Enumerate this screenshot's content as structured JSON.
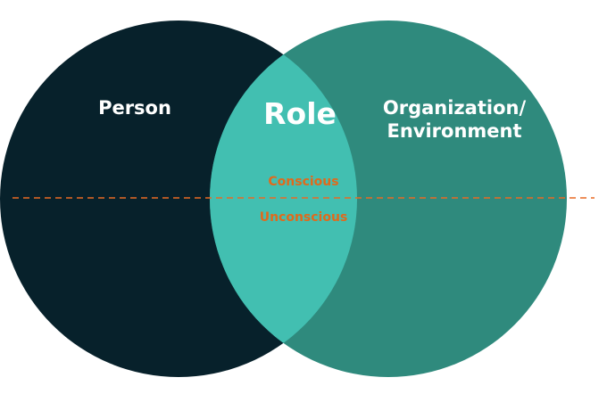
{
  "diagram": {
    "left_set": "Person",
    "intersection": "Role",
    "right_set_line1": "Organization/",
    "right_set_line2": "Environment",
    "above_line": "Conscious",
    "below_line": "Unconscious"
  },
  "colors": {
    "person_circle": "#07212b",
    "organization_circle": "#2f8a7d",
    "role_overlap": "#42bfb1",
    "divider_line": "#e86a24",
    "small_text": "#e06a1c",
    "label_text": "#ffffff"
  }
}
